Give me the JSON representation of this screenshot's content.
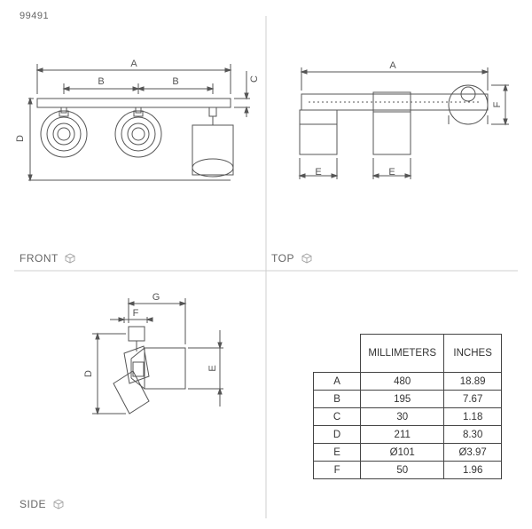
{
  "product_code": "99491",
  "views": {
    "front": "FRONT",
    "top": "TOP",
    "side": "SIDE"
  },
  "dimension_labels": {
    "front": [
      "A",
      "B",
      "B",
      "C",
      "D"
    ],
    "top": [
      "A",
      "E",
      "E",
      "F"
    ],
    "side": [
      "G",
      "F",
      "D",
      "E"
    ]
  },
  "table": {
    "headers": [
      "",
      "MILLIMETERS",
      "INCHES"
    ],
    "rows": [
      [
        "A",
        "480",
        "18.89"
      ],
      [
        "B",
        "195",
        "7.67"
      ],
      [
        "C",
        "30",
        "1.18"
      ],
      [
        "D",
        "211",
        "8.30"
      ],
      [
        "E",
        "Ø101",
        "Ø3.97"
      ],
      [
        "F",
        "50",
        "1.96"
      ]
    ]
  },
  "colors": {
    "line": "#555555",
    "divider": "#cccccc"
  }
}
